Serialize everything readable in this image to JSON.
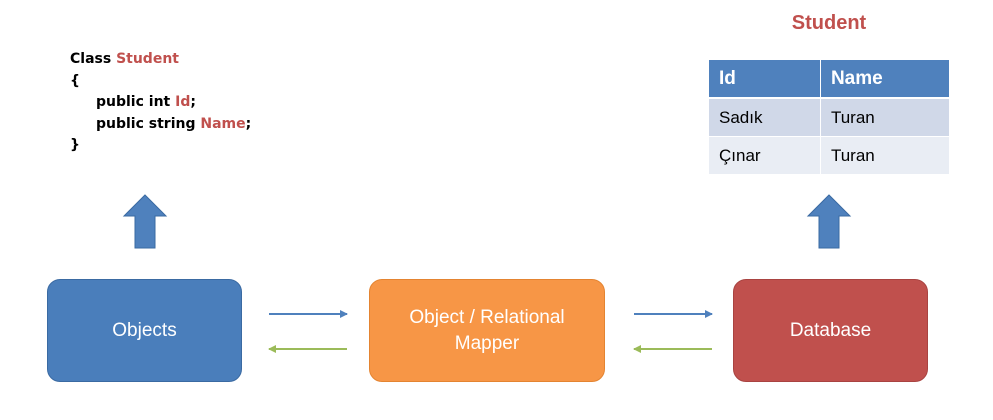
{
  "code": {
    "line1_keyword": "Class ",
    "line1_name": "Student",
    "open_brace": "{",
    "line2_prefix": "public int ",
    "line2_field": "Id",
    "line2_suffix": ";",
    "line3_prefix": "public string ",
    "line3_field": "Name",
    "line3_suffix": ";",
    "close_brace": "}"
  },
  "table": {
    "title": "Student",
    "headers": [
      "Id",
      "Name"
    ],
    "rows": [
      [
        "Sadık",
        "Turan"
      ],
      [
        "Çınar",
        "Turan"
      ]
    ]
  },
  "boxes": {
    "objects": "Objects",
    "orm_line1": "Object / Relational",
    "orm_line2": "Mapper",
    "database": "Database"
  },
  "colors": {
    "blue": "#4a7ebb",
    "orange": "#f79646",
    "red": "#c0504d",
    "arrow_blue": "#4f81bd",
    "arrow_green": "#9bbb59"
  }
}
